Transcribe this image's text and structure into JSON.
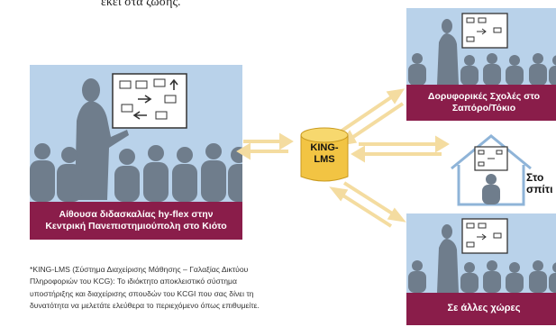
{
  "intro": {
    "text": "εκεί στα ζωσης."
  },
  "locations": {
    "kyoto": {
      "caption_line1": "Αίθουσα διδασκαλίας hy-flex στην",
      "caption_line2": "Κεντρική Πανεπιστημιούπολη στο Κιότο"
    },
    "sapporo": {
      "caption_line1": "Δορυφορικές Σχολές στο",
      "caption_line2": "Σαπόρο/Τόκιο"
    },
    "home": {
      "label_line1": "Στο",
      "label_line2": "σπίτι"
    },
    "abroad": {
      "caption": "Σε άλλες χώρες"
    }
  },
  "server": {
    "line1": "KING-",
    "line2": "LMS"
  },
  "footnote": {
    "line1": "*KING-LMS (Σύστημα Διαχείρισης Μάθησης – Γαλαξίας Δικτύου",
    "line2": "Πληροφοριών του KCG): Το ιδιόκτητο αποκλειστικό σύστημα",
    "line3": "υποστήριξης και διαχείρισης σπουδών του KCGI που σας δίνει τη",
    "line4": "δυνατότητα να μελετάτε ελεύθερα το περιεχόμενο όπως επιθυμείτε."
  },
  "colors": {
    "panel_bg": "#b9d2ea",
    "caption_bg": "#8a1d4a",
    "silhouette": "#6f7d8c",
    "arrow": "#f4dca0",
    "server": "#f2c443"
  },
  "icons": [
    "presenter-silhouette-icon",
    "audience-silhouette-icon",
    "screen-board-icon",
    "database-server-icon",
    "house-icon",
    "bidirectional-arrow-icon"
  ]
}
